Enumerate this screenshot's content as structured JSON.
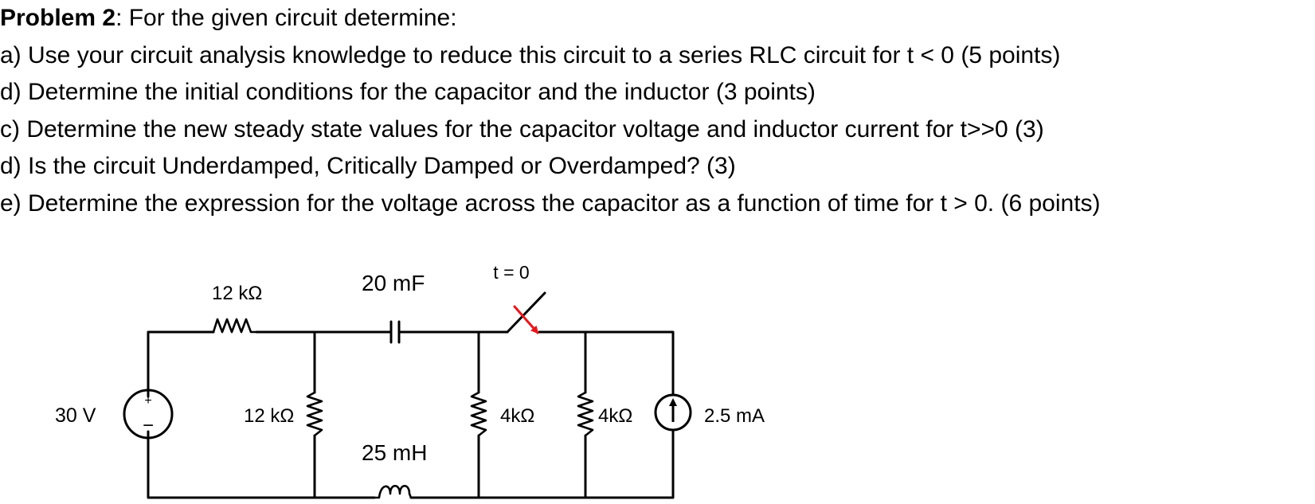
{
  "problem": {
    "heading_label": "Problem 2",
    "heading_text": ": For the given circuit determine:",
    "parts": [
      "a) Use your circuit analysis knowledge to reduce this circuit to a series RLC circuit for t < 0 (5 points)",
      "d) Determine the initial conditions for the capacitor and the inductor (3 points)",
      "c) Determine the new steady state values for the capacitor voltage and inductor current for t>>0 (3)",
      "d) Is the circuit  Underdamped, Critically Damped or Overdamped? (3)",
      "e) Determine the expression for the voltage across the capacitor as a function of time for t > 0. (6 points)"
    ]
  },
  "circuit": {
    "voltage_source": "30 V",
    "source_plus": "+",
    "source_minus": "−",
    "series_resistor": "12 kΩ",
    "shunt_resistor": "12 kΩ",
    "capacitor": "20 mF",
    "inductor": "25 mH",
    "switch_time": "t = 0",
    "resistor_left": "4kΩ",
    "resistor_right": "4kΩ",
    "current_source": "2.5 mA",
    "switch_arrow_color": "#e8161b"
  }
}
